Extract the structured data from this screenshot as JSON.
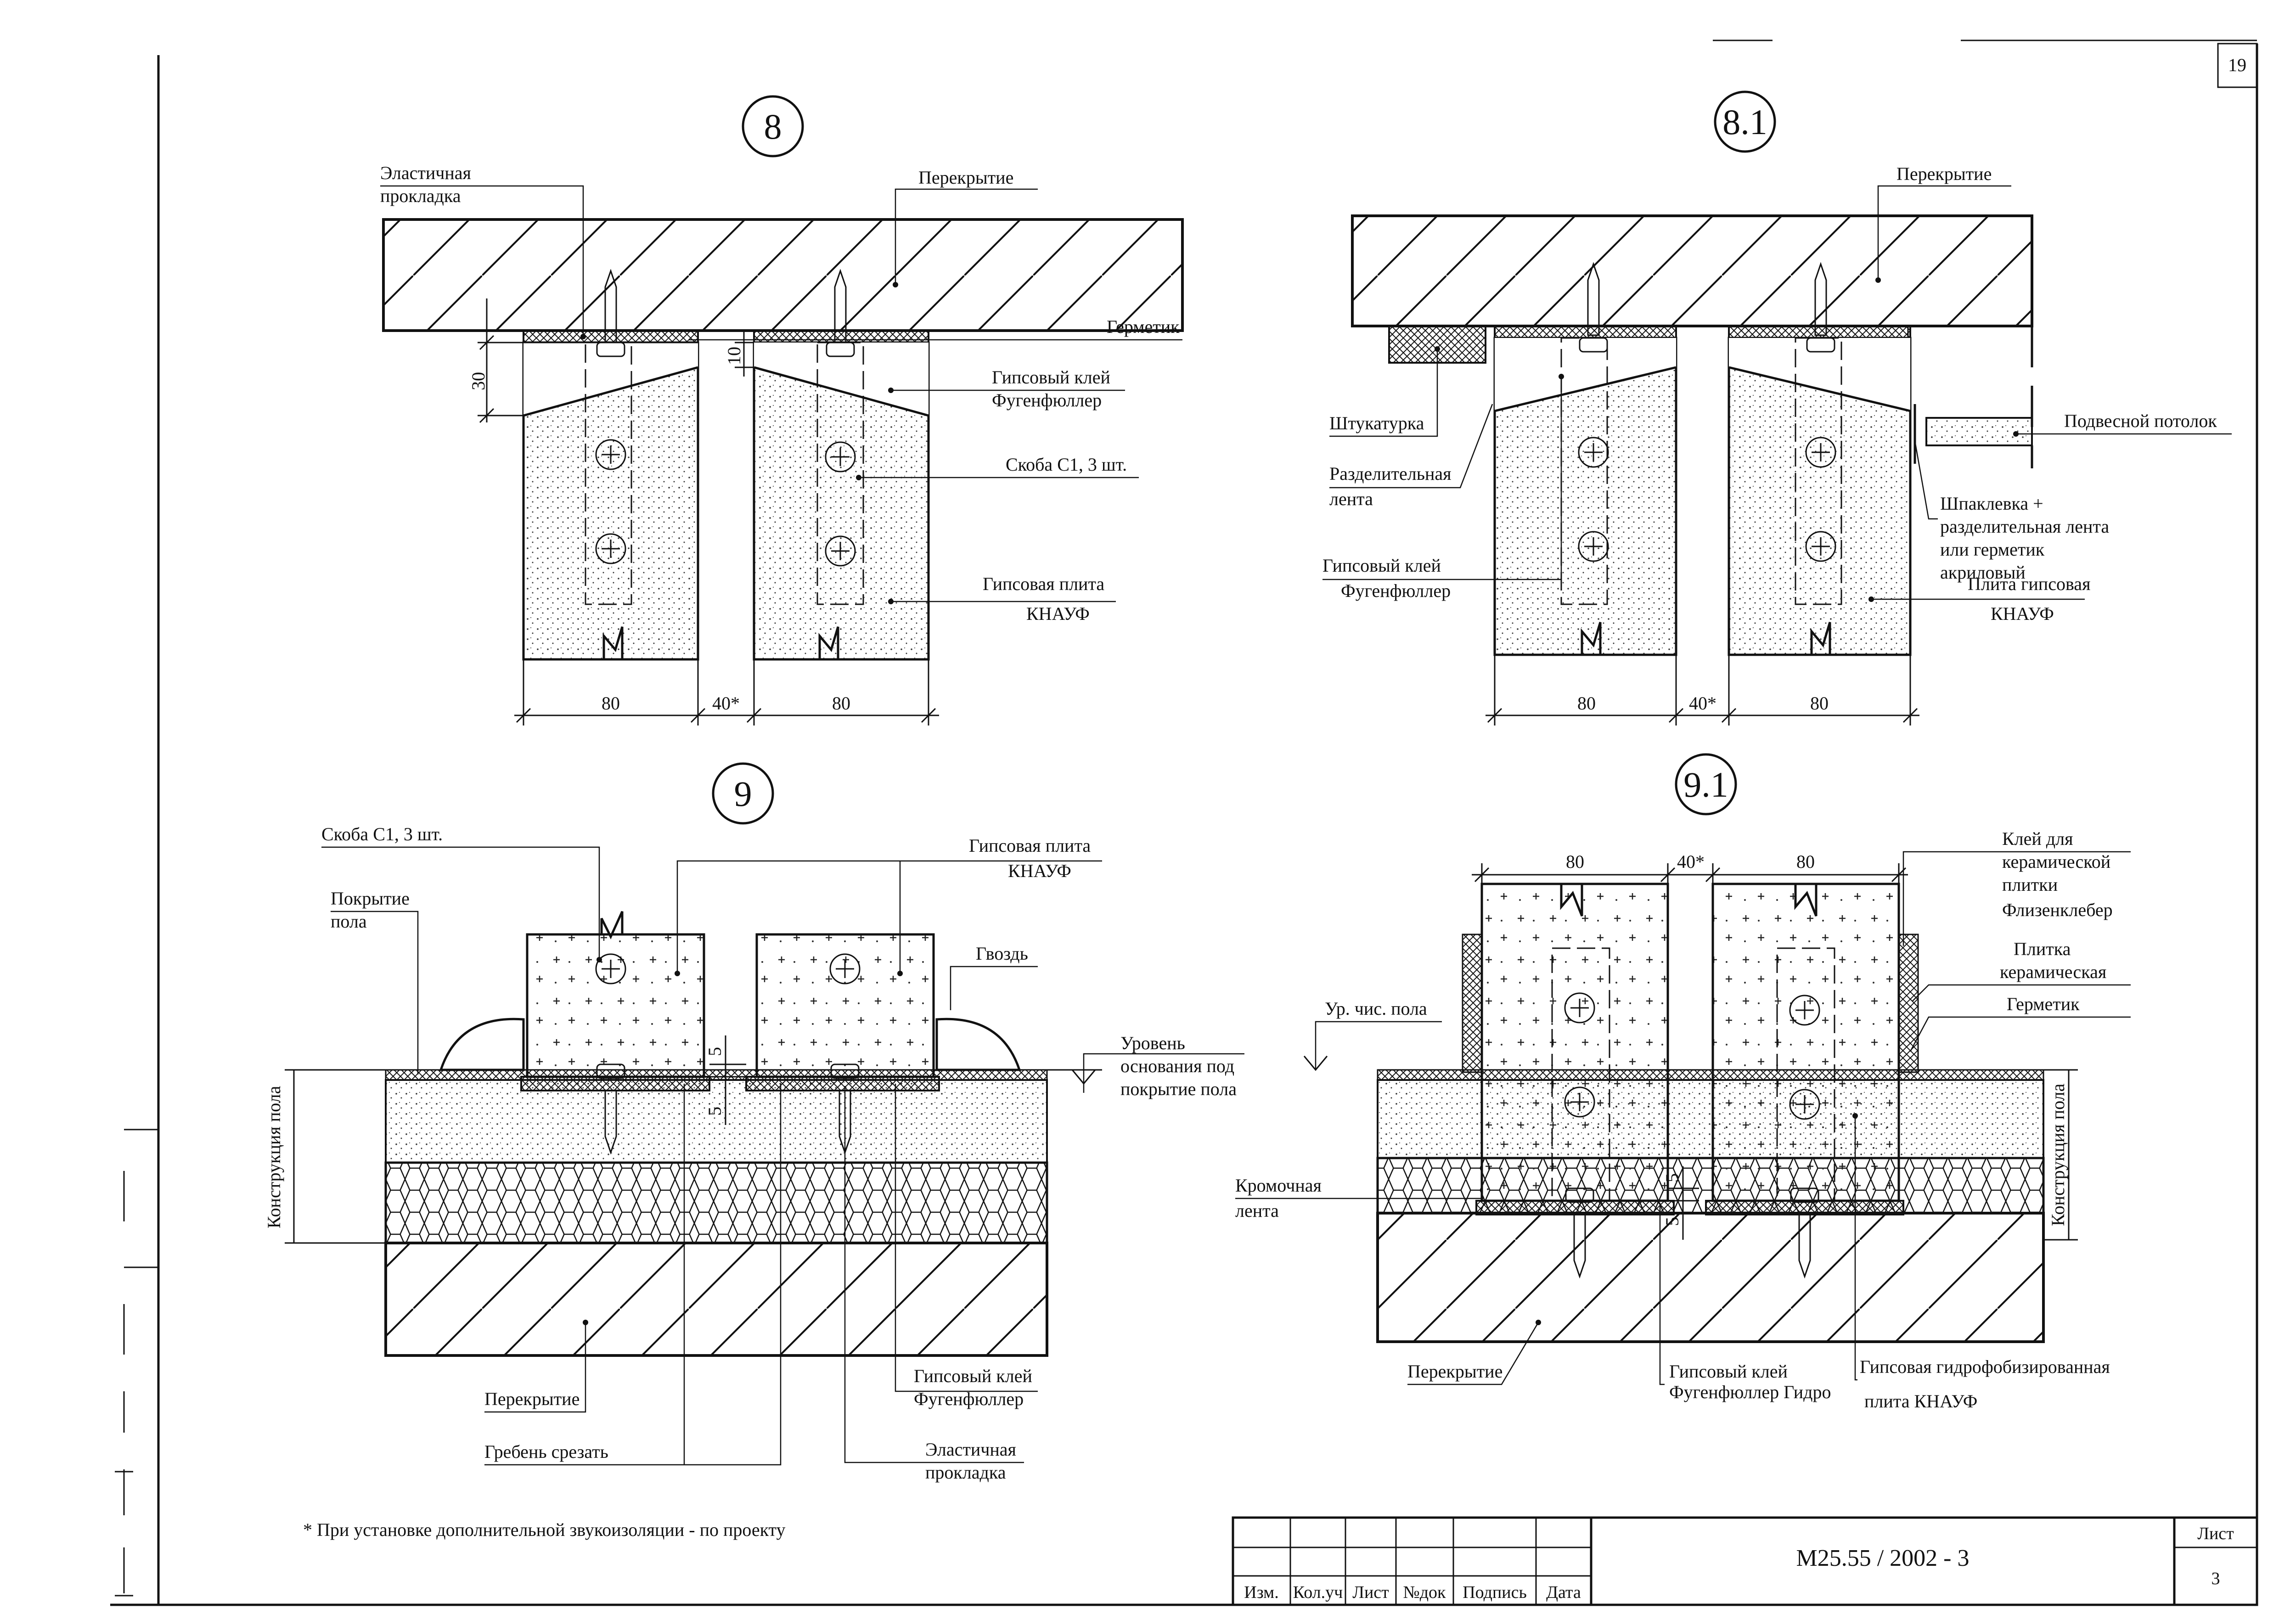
{
  "sheet": {
    "corner_number": "19",
    "code": "M25.55 / 2002 - 3",
    "sheet_label": "Лист",
    "sheet_number": "3",
    "title_block_headers": [
      "Изм.",
      "Кол.уч",
      "Лист",
      "№док",
      "Подпись",
      "Дата"
    ]
  },
  "footnote": "* При установке дополнительной звукоизоляции - по проекту",
  "detail_8": {
    "number": "8",
    "labels": {
      "elastic_pad": "Эластичная прокладка",
      "slab": "Перекрытие",
      "sealant": "Герметик",
      "glue_1": "Гипсовый клей",
      "glue_2": "Фугенфюллер",
      "clip": "Скоба С1, 3 шт.",
      "board_1": "Гипсовая плита",
      "board_2": "КНАУФ"
    },
    "dims": {
      "left": "80",
      "gap": "40*",
      "right": "80",
      "h30": "30",
      "h10": "10"
    }
  },
  "detail_8_1": {
    "number": "8.1",
    "labels": {
      "slab": "Перекрытие",
      "plaster": "Штукатурка",
      "sep_tape_1": "Разделительная",
      "sep_tape_2": "лента",
      "glue_1": "Гипсовый клей",
      "glue_2": "Фугенфюллер",
      "ceiling": "Подвесной потолок",
      "putty_1": "Шпаклевка +",
      "putty_2": "разделительная лента",
      "putty_3": "или герметик",
      "putty_4": "акриловый",
      "board_1": "Плита гипсовая",
      "board_2": "КНАУФ"
    },
    "dims": {
      "left": "80",
      "gap": "40*",
      "right": "80"
    }
  },
  "detail_9": {
    "number": "9",
    "labels": {
      "clip": "Скоба С1, 3 шт.",
      "board_1": "Гипсовая плита",
      "board_2": "КНАУФ",
      "floor_cover_1": "Покрытие",
      "floor_cover_2": "пола",
      "nail": "Гвоздь",
      "base_1": "Уровень",
      "base_2": "основания под",
      "base_3": "покрытие пола",
      "floor_construction": "Конструкция пола",
      "slab": "Перекрытие",
      "glue_1": "Гипсовый клей",
      "glue_2": "Фугенфюллер",
      "cut_ridge": "Гребень срезать",
      "elastic_1": "Эластичная",
      "elastic_2": "прокладка"
    },
    "dims": {
      "d1": "5",
      "d2": "5"
    }
  },
  "detail_9_1": {
    "number": "9.1",
    "labels": {
      "tile_glue_1": "Клей для",
      "tile_glue_2": "керамической",
      "tile_glue_3": "плитки",
      "tile_glue_4": "Флизенклебер",
      "tile_1": "Плитка",
      "tile_2": "керамическая",
      "sealant": "Герметик",
      "floor_level": "Ур. чис. пола",
      "edge_tape_1": "Кромочная",
      "edge_tape_2": "лента",
      "floor_construction": "Конструкция пола",
      "slab": "Перекрытие",
      "glue_1": "Гипсовый клей",
      "glue_2": "Фугенфюллер Гидро",
      "hboard_1": "Гипсовая гидрофобизированная",
      "hboard_2": "плита КНАУФ"
    },
    "dims": {
      "left": "80",
      "gap": "40*",
      "right": "80",
      "d1": "5",
      "d2": "5"
    }
  }
}
